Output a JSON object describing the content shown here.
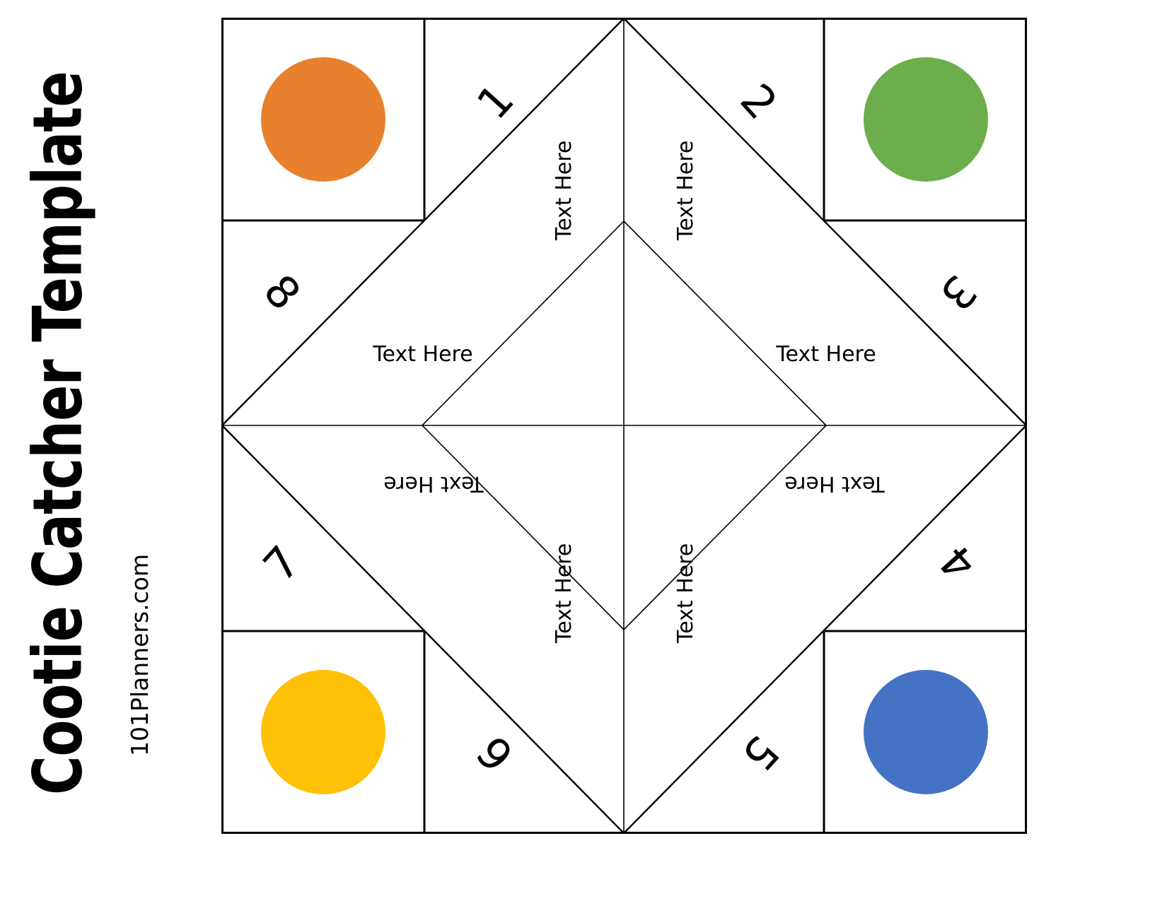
{
  "page": {
    "title_main": "Cootie Catcher Template",
    "title_sub": "101Planners.com",
    "background": "#ffffff",
    "line_color": "#000000"
  },
  "corners": [
    {
      "position": "top-left",
      "circle_color": "#E8812E",
      "name": "orange-circle"
    },
    {
      "position": "top-right",
      "circle_color": "#6DAE4C",
      "name": "green-circle"
    },
    {
      "position": "bottom-right",
      "circle_color": "#4472C4",
      "name": "blue-circle"
    },
    {
      "position": "bottom-left",
      "circle_color": "#FFC107",
      "name": "yellow-circle"
    }
  ],
  "numbers": [
    {
      "value": "1",
      "slot": "top-left-inner"
    },
    {
      "value": "2",
      "slot": "top-right-inner"
    },
    {
      "value": "3",
      "slot": "right-top-inner"
    },
    {
      "value": "4",
      "slot": "right-bottom-inner"
    },
    {
      "value": "5",
      "slot": "bottom-right-inner"
    },
    {
      "value": "6",
      "slot": "bottom-left-inner"
    },
    {
      "value": "7",
      "slot": "left-bottom-inner"
    },
    {
      "value": "8",
      "slot": "left-top-inner"
    }
  ],
  "text_slots": [
    {
      "value": "Text Here",
      "slot": "top-left-flap"
    },
    {
      "value": "Text Here",
      "slot": "top-right-flap"
    },
    {
      "value": "Text Here",
      "slot": "left-flap"
    },
    {
      "value": "Text Here",
      "slot": "right-flap"
    },
    {
      "value": "Text Here",
      "slot": "lower-left-flap"
    },
    {
      "value": "Text Here",
      "slot": "lower-right-flap"
    },
    {
      "value": "Text Here",
      "slot": "bottom-left-flap"
    },
    {
      "value": "Text Here",
      "slot": "bottom-right-flap"
    }
  ]
}
